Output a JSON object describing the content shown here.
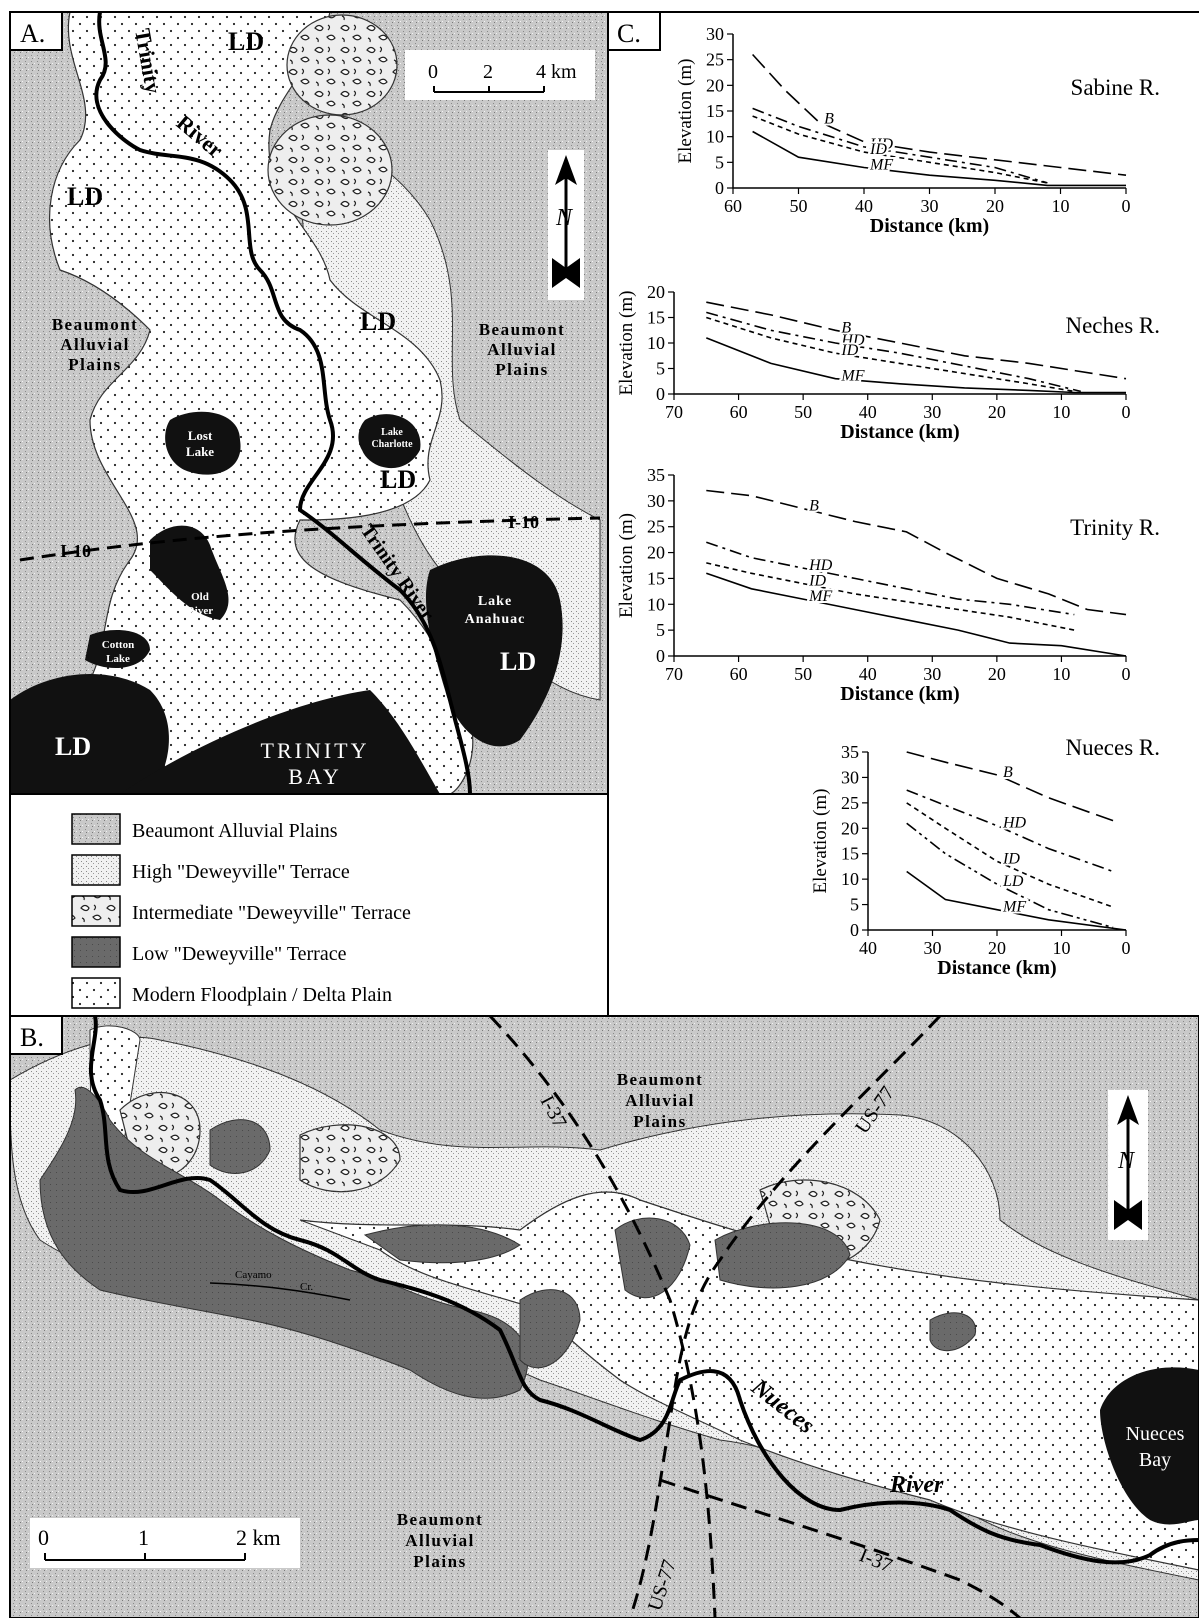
{
  "panelA": {
    "label": "A.",
    "labels": {
      "trinity": "Trinity",
      "river": "River",
      "ld": "LD",
      "beaumont_l1": "Beaumont",
      "beaumont_l2": "Alluvial",
      "beaumont_l3": "Plains",
      "lost1": "Lost",
      "lost2": "Lake",
      "charlotte1": "Lake",
      "charlotte2": "Charlotte",
      "i10": "I-10",
      "trinityRiver": "Trinity River",
      "old1": "Old",
      "old2": "River",
      "cotton1": "Cotton",
      "cotton2": "Lake",
      "anahuac1": "Lake",
      "anahuac2": "Anahuac",
      "bay1": "TRINITY",
      "bay2": "BAY"
    },
    "scale": {
      "t0": "0",
      "t1": "2",
      "t2": "4 km"
    },
    "north": "N"
  },
  "legend": {
    "items": [
      {
        "key": "beaumont",
        "label": "Beaumont Alluvial Plains"
      },
      {
        "key": "high",
        "label": "High \"Deweyville\" Terrace"
      },
      {
        "key": "intermediate",
        "label": "Intermediate \"Deweyville\" Terrace"
      },
      {
        "key": "low",
        "label": "Low \"Deweyville\" Terrace"
      },
      {
        "key": "modern",
        "label": "Modern Floodplain / Delta Plain"
      }
    ]
  },
  "panelB": {
    "label": "B.",
    "labels": {
      "i37": "I-37",
      "us77": "US-77",
      "beaumont_l1": "Beaumont",
      "beaumont_l2": "Alluvial",
      "beaumont_l3": "Plains",
      "nueces": "Nueces",
      "river": "River",
      "bay1": "Nueces",
      "bay2": "Bay",
      "creek1": "Cayamo",
      "creek2": "Cr."
    },
    "scale": {
      "t0": "0",
      "t1": "1",
      "t2": "2 km"
    },
    "north": "N"
  },
  "panelC": {
    "label": "C.",
    "ylabel": "Elevation (m)",
    "xlabel": "Distance (km)"
  },
  "chart_data": [
    {
      "type": "line",
      "title": "Sabine R.",
      "xlabel": "Distance (km)",
      "ylabel": "Elevation (m)",
      "xlim": [
        60,
        0
      ],
      "ylim": [
        0,
        30
      ],
      "xticks": [
        60,
        50,
        40,
        30,
        20,
        10,
        0
      ],
      "yticks": [
        0,
        5,
        10,
        15,
        20,
        25,
        30
      ],
      "series": [
        {
          "name": "B",
          "style": "long-dash",
          "x": [
            57,
            52,
            47,
            40,
            30,
            20,
            10,
            0
          ],
          "y": [
            26,
            19,
            13,
            9,
            7,
            5.5,
            4,
            2.5
          ]
        },
        {
          "name": "HD",
          "style": "dash-dot",
          "x": [
            57,
            50,
            40,
            30,
            20,
            12
          ],
          "y": [
            15.5,
            12,
            8,
            6,
            4,
            1
          ]
        },
        {
          "name": "ID",
          "style": "short-dash",
          "x": [
            57,
            50,
            40,
            30,
            20,
            12
          ],
          "y": [
            14,
            10.5,
            7,
            5,
            3,
            1
          ]
        },
        {
          "name": "MF",
          "style": "solid",
          "x": [
            57,
            50,
            40,
            30,
            20,
            12,
            0
          ],
          "y": [
            11,
            6,
            4,
            2.5,
            1.5,
            0.5,
            0.5
          ]
        }
      ]
    },
    {
      "type": "line",
      "title": "Neches R.",
      "xlabel": "Distance (km)",
      "ylabel": "Elevation (m)",
      "xlim": [
        70,
        0
      ],
      "ylim": [
        0,
        20
      ],
      "xticks": [
        70,
        60,
        50,
        40,
        30,
        20,
        10,
        0
      ],
      "yticks": [
        0,
        5,
        10,
        15,
        20
      ],
      "series": [
        {
          "name": "B",
          "style": "long-dash",
          "x": [
            65,
            55,
            45,
            35,
            25,
            15,
            5,
            0
          ],
          "y": [
            18,
            15.5,
            12.5,
            10,
            7.5,
            6,
            4,
            3
          ]
        },
        {
          "name": "HD",
          "style": "dash-dot",
          "x": [
            65,
            55,
            45,
            35,
            25,
            15,
            7
          ],
          "y": [
            16,
            12.5,
            10,
            8,
            5.5,
            3,
            0.5
          ]
        },
        {
          "name": "ID",
          "style": "short-dash",
          "x": [
            65,
            55,
            45,
            35,
            25,
            15,
            8
          ],
          "y": [
            15,
            11,
            8,
            6,
            4,
            2,
            0.5
          ]
        },
        {
          "name": "MF",
          "style": "solid",
          "x": [
            65,
            55,
            45,
            35,
            25,
            15,
            8,
            0
          ],
          "y": [
            11,
            6,
            3,
            2,
            1.2,
            0.7,
            0.3,
            0.3
          ]
        }
      ]
    },
    {
      "type": "line",
      "title": "Trinity R.",
      "xlabel": "Distance (km)",
      "ylabel": "Elevation (m)",
      "xlim": [
        70,
        0
      ],
      "ylim": [
        0,
        35
      ],
      "xticks": [
        70,
        60,
        50,
        40,
        30,
        20,
        10,
        0
      ],
      "yticks": [
        0,
        5,
        10,
        15,
        20,
        25,
        30,
        35
      ],
      "series": [
        {
          "name": "B",
          "style": "long-dash",
          "x": [
            65,
            58,
            50,
            42,
            34,
            28,
            20,
            12,
            6,
            0
          ],
          "y": [
            32,
            31,
            28.5,
            26,
            24,
            20,
            15,
            12,
            9,
            8
          ]
        },
        {
          "name": "HD",
          "style": "dash-dot",
          "x": [
            65,
            58,
            50,
            42,
            34,
            26,
            18,
            8
          ],
          "y": [
            22,
            19,
            17,
            15,
            13,
            11,
            10,
            8
          ]
        },
        {
          "name": "ID",
          "style": "short-dash",
          "x": [
            65,
            58,
            50,
            42,
            34,
            26,
            18,
            8
          ],
          "y": [
            18,
            16,
            14,
            12,
            10.5,
            9,
            7.5,
            5
          ]
        },
        {
          "name": "MF",
          "style": "solid",
          "x": [
            65,
            58,
            50,
            42,
            34,
            26,
            18,
            10,
            0
          ],
          "y": [
            16,
            13,
            11,
            9,
            7,
            5,
            2.5,
            2,
            0
          ]
        }
      ]
    },
    {
      "type": "line",
      "title": "Nueces R.",
      "xlabel": "Distance (km)",
      "ylabel": "Elevation (m)",
      "xlim": [
        40,
        0
      ],
      "ylim": [
        0,
        35
      ],
      "xticks": [
        40,
        30,
        20,
        10,
        0
      ],
      "yticks": [
        0,
        5,
        10,
        15,
        20,
        25,
        30,
        35
      ],
      "series": [
        {
          "name": "B",
          "style": "long-dash",
          "x": [
            34,
            28,
            20,
            12,
            2
          ],
          "y": [
            35,
            33,
            30.5,
            26,
            21.5
          ]
        },
        {
          "name": "HD",
          "style": "dash-dot",
          "x": [
            34,
            28,
            20,
            12,
            2
          ],
          "y": [
            27.5,
            24.5,
            20.5,
            16,
            11.5
          ]
        },
        {
          "name": "ID",
          "style": "short-dash",
          "x": [
            34,
            28,
            20,
            12,
            2
          ],
          "y": [
            25,
            20,
            13.5,
            9,
            4.5
          ]
        },
        {
          "name": "LD",
          "style": "dash-dot-dot",
          "x": [
            34,
            28,
            20,
            12,
            2
          ],
          "y": [
            21,
            15,
            9,
            4,
            0.5
          ]
        },
        {
          "name": "MF",
          "style": "solid",
          "x": [
            34,
            28,
            20,
            12,
            0
          ],
          "y": [
            11.5,
            6,
            4,
            2,
            0
          ]
        }
      ]
    }
  ]
}
